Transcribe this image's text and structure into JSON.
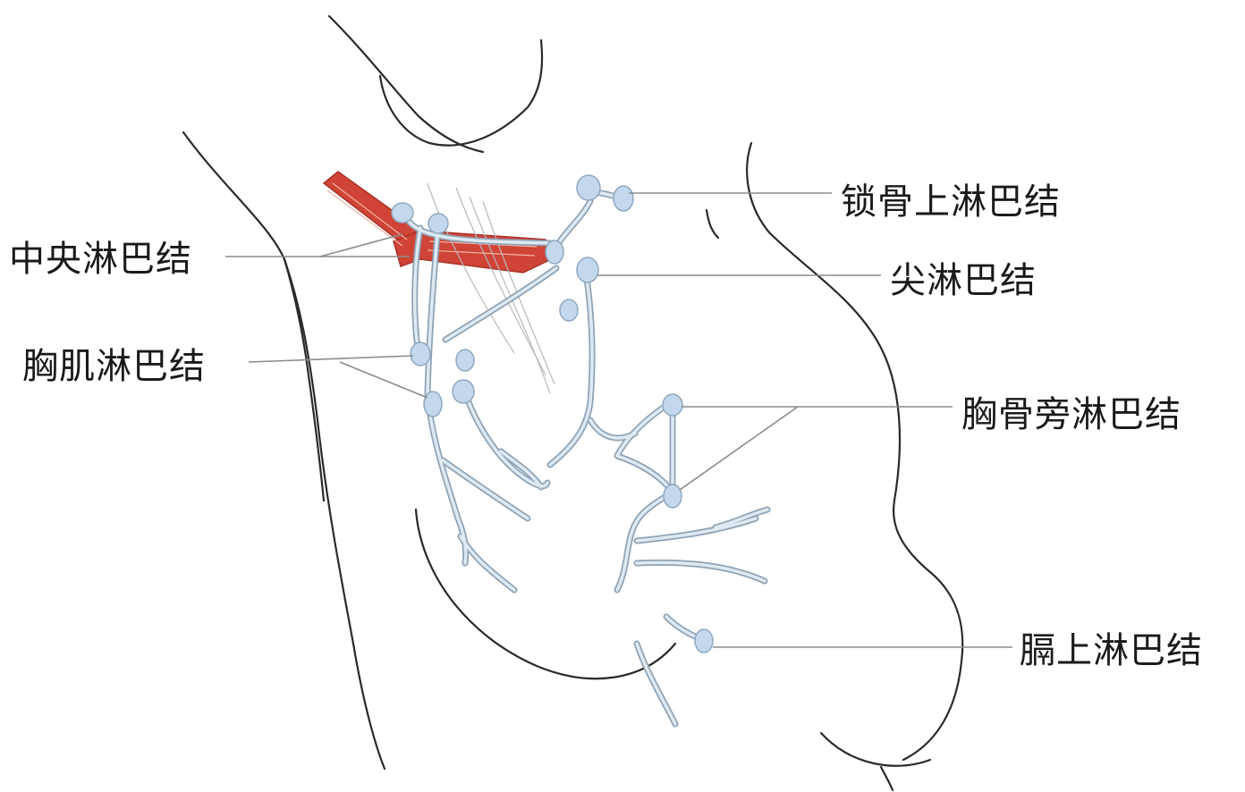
{
  "labels": {
    "supraclavicular": "锁骨上淋巴结",
    "central": "中央淋巴结",
    "apical": "尖淋巴结",
    "pectoral": "胸肌淋巴结",
    "parasternal": "胸骨旁淋巴结",
    "supradiaphragmatic": "膈上淋巴结"
  },
  "colors": {
    "outline": "#2a2a2a",
    "lymph_node_fill": "#c3d8ec",
    "lymph_node_stroke": "#8fa8bf",
    "vessel_edge": "#8fa3b5",
    "vessel_core": "#dde9f3",
    "muscle": "#cf4436",
    "muscle_dark": "#a8332a",
    "leader_line": "#8c8c8c"
  }
}
